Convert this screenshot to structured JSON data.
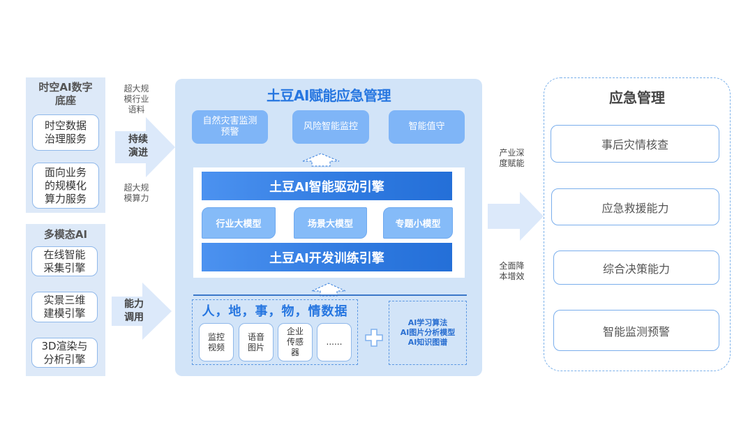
{
  "left_top": {
    "title": "时空AI数字底座",
    "title_lines": [
      "时空AI数字",
      "底座"
    ],
    "cards": [
      {
        "lines": [
          "时空数据",
          "治理服务"
        ]
      },
      {
        "lines": [
          "面向业务",
          "的规模化",
          "算力服务"
        ]
      }
    ]
  },
  "left_bottom": {
    "title": "多模态AI",
    "cards": [
      {
        "lines": [
          "在线智能",
          "采集引擎"
        ]
      },
      {
        "lines": [
          "实景三维",
          "建模引擎"
        ]
      },
      {
        "lines": [
          "3D渲染与",
          "分析引擎"
        ]
      }
    ]
  },
  "connectors_left": {
    "top_label_above": [
      "超大规",
      "模行业",
      "语料"
    ],
    "top_arrow_label": [
      "持续",
      "演进"
    ],
    "top_label_below": [
      "超大规",
      "模算力"
    ],
    "bottom_arrow_label": [
      "能力",
      "调用"
    ]
  },
  "center": {
    "title": "土豆AI赋能应急管理",
    "top_cards": [
      {
        "lines": [
          "自然灾害监测",
          "预警"
        ]
      },
      {
        "lines": [
          "风险智能监控"
        ]
      },
      {
        "lines": [
          "智能值守"
        ]
      }
    ],
    "engine_top": "土豆AI智能驱动引擎",
    "models": [
      "行业大模型",
      "场景大模型",
      "专题小模型"
    ],
    "engine_bottom": "土豆AI开发训练引擎",
    "data_title": "人，地，事，物，情数据",
    "data_cards": [
      {
        "lines": [
          "监控",
          "视频"
        ]
      },
      {
        "lines": [
          "语音",
          "图片"
        ]
      },
      {
        "lines": [
          "企业",
          "传感",
          "器"
        ]
      },
      {
        "lines": [
          "......"
        ]
      }
    ],
    "plus_icon": "plus-icon",
    "algorithms": [
      "AI学习算法",
      "AI图片分析模型",
      "AI知识图谱"
    ]
  },
  "connectors_right": {
    "label_above": [
      "产业深",
      "度赋能"
    ],
    "label_below": [
      "全面降",
      "本增效"
    ]
  },
  "right": {
    "title": "应急管理",
    "cards": [
      "事后灾情核查",
      "应急救援能力",
      "综合决策能力",
      "智能监测预警"
    ]
  },
  "colors": {
    "primary_blue": "#2676e0",
    "panel_bg": "#d2e4f8",
    "left_panel_bg": "#dde9f8",
    "card_blue": "#7fb5f7",
    "arrow_fill": "#dce9fa"
  }
}
